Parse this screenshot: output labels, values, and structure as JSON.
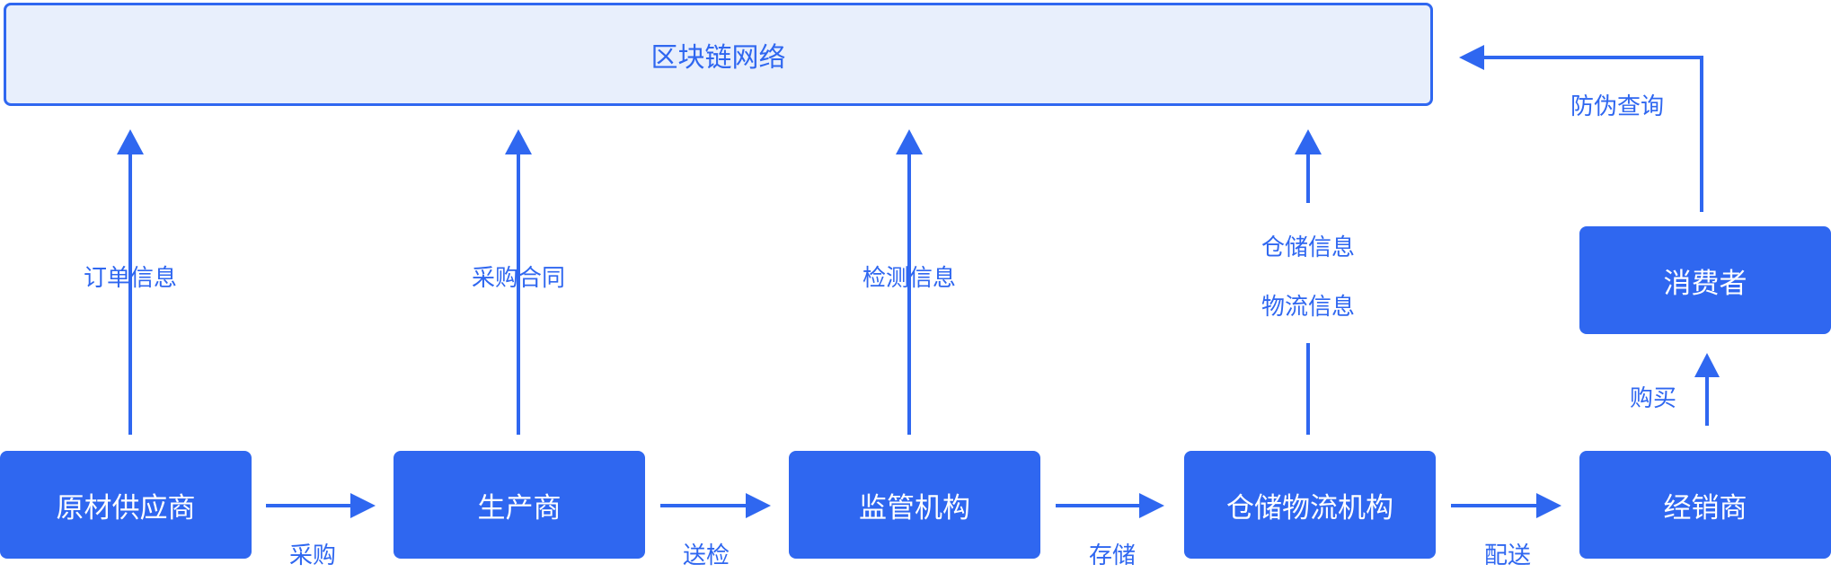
{
  "chain": {
    "label": "区块链网络"
  },
  "nodes": {
    "supplier": "原材供应商",
    "producer": "生产商",
    "regulator": "监管机构",
    "logistics": "仓储物流机构",
    "distributor": "经销商",
    "consumer": "消费者"
  },
  "flows": {
    "supplier_to_producer": "采购",
    "producer_to_regulator": "送检",
    "regulator_to_logistics": "存储",
    "logistics_to_distributor": "配送",
    "distributor_to_consumer": "购买"
  },
  "uploads": {
    "supplier": "订单信息",
    "producer": "采购合同",
    "regulator": "检测信息",
    "logistics_1": "仓储信息",
    "logistics_2": "物流信息",
    "consumer": "防伪查询"
  },
  "colors": {
    "accent": "#2F67F0",
    "chain_fill": "#E8EFFC"
  }
}
